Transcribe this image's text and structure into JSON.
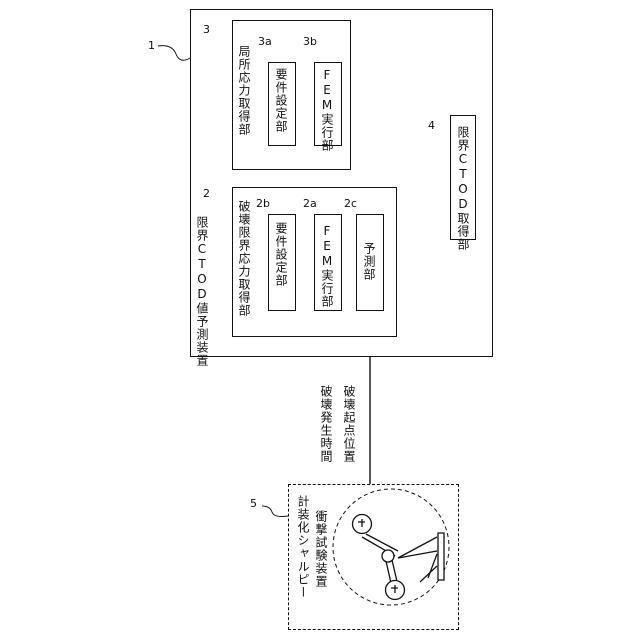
{
  "device": {
    "ref": "1",
    "label": "限界CTOD値予測装置"
  },
  "local_stress_unit": {
    "ref": "3",
    "label": "局所応力取得部",
    "requirement_unit": {
      "ref": "3a",
      "label": "要件設定部"
    },
    "fem_unit": {
      "ref": "3b",
      "label": "FEM実行部"
    }
  },
  "fracture_stress_unit": {
    "ref": "2",
    "label": "破壊限界応力取得部",
    "requirement_unit": {
      "ref": "2b",
      "label": "要件設定部"
    },
    "fem_unit": {
      "ref": "2a",
      "label": "FEM実行部"
    },
    "prediction_unit": {
      "ref": "2c",
      "label": "予測部"
    }
  },
  "ctod_unit": {
    "ref": "4",
    "label": "限界CTOD取得部"
  },
  "charpy_tester": {
    "ref": "5",
    "label_line1": "計装化シャルピー",
    "label_line2": "衝撃試験装置"
  },
  "signal_labels": {
    "line1": "破壊発生時間",
    "line2": "破壊起点位置"
  }
}
